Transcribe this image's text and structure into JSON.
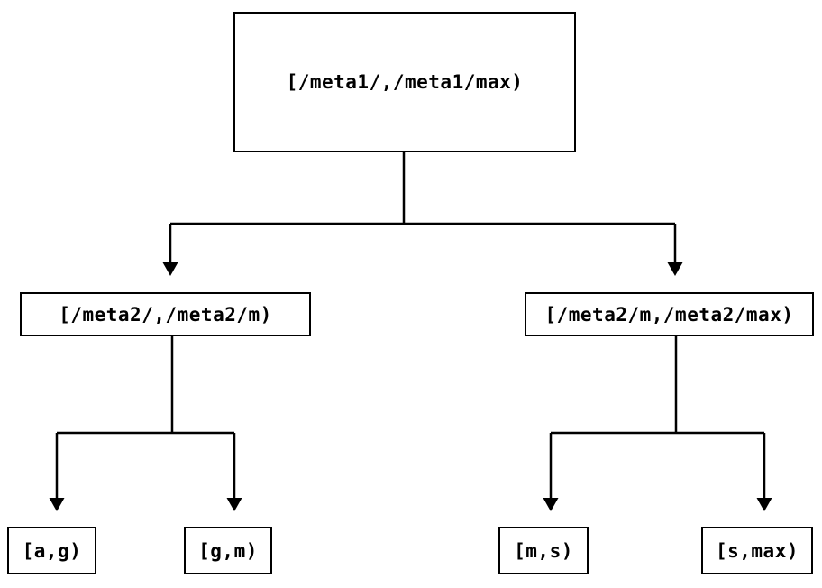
{
  "diagram": {
    "type": "tree",
    "root": {
      "label": "[/meta1/,/meta1/max)"
    },
    "level2": [
      {
        "label": "[/meta2/,/meta2/m)"
      },
      {
        "label": "[/meta2/m,/meta2/max)"
      }
    ],
    "leaves": [
      {
        "label": "[a,g)"
      },
      {
        "label": "[g,m)"
      },
      {
        "label": "[m,s)"
      },
      {
        "label": "[s,max)"
      }
    ],
    "edges": [
      {
        "from": "[/meta1/,/meta1/max)",
        "to": "[/meta2/,/meta2/m)"
      },
      {
        "from": "[/meta1/,/meta1/max)",
        "to": "[/meta2/m,/meta2/max)"
      },
      {
        "from": "[/meta2/,/meta2/m)",
        "to": "[a,g)"
      },
      {
        "from": "[/meta2/,/meta2/m)",
        "to": "[g,m)"
      },
      {
        "from": "[/meta2/m,/meta2/max)",
        "to": "[m,s)"
      },
      {
        "from": "[/meta2/m,/meta2/max)",
        "to": "[s,max)"
      }
    ],
    "colors": {
      "line": "#000000",
      "box_border": "#000000",
      "box_fill": "#ffffff",
      "text": "#000000",
      "background": "#ffffff"
    }
  }
}
